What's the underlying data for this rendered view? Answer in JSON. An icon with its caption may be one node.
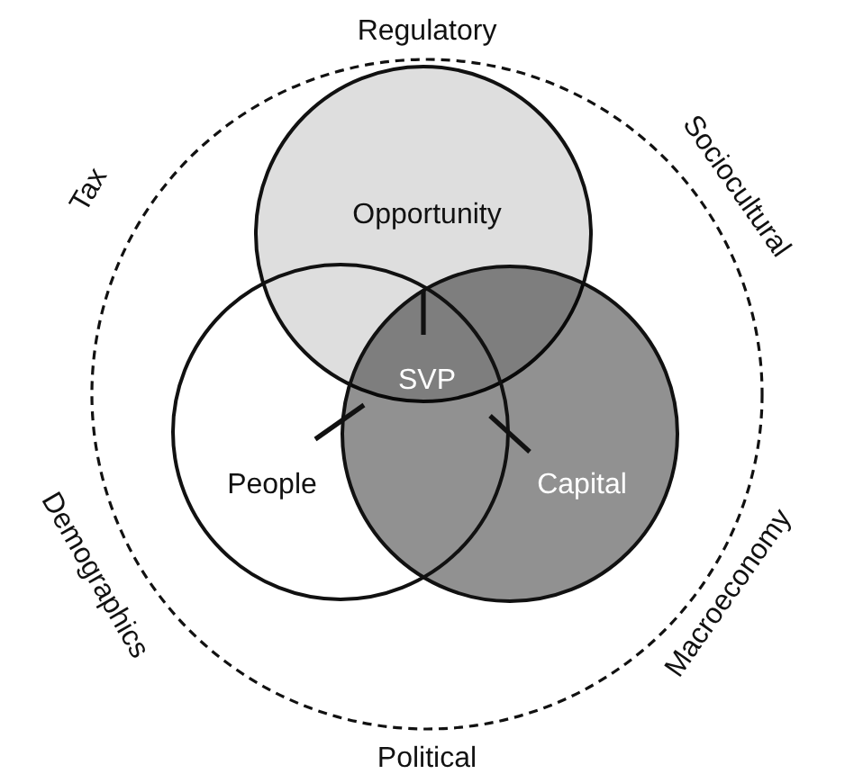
{
  "diagram": {
    "nodes": [
      {
        "text": [
          "Opportunity"
        ]
      },
      {
        "text": [
          "People"
        ]
      },
      {
        "text": [
          "Capital"
        ]
      },
      {
        "text": [
          "SVP"
        ]
      }
    ],
    "labels": [
      "Regulatory",
      "Sociocultural",
      "Tax",
      "Demographics",
      "Macroeconomy",
      "Political"
    ]
  }
}
